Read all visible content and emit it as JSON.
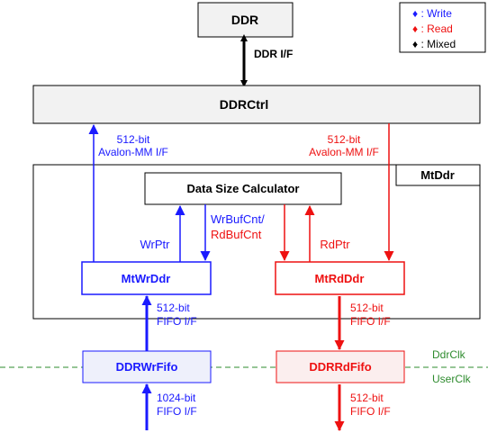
{
  "legend": {
    "write": "♦ : Write",
    "read": "♦ : Read",
    "mixed": "♦ : Mixed"
  },
  "blocks": {
    "ddr": "DDR",
    "ddrctrl": "DDRCtrl",
    "mtddr": "MtDdr",
    "calc": "Data Size Calculator",
    "mtwrddr": "MtWrDdr",
    "mtrdddr": "MtRdDdr",
    "ddrwrfifo": "DDRWrFifo",
    "ddrrdfifo": "DDRRdFifo"
  },
  "labels": {
    "ddr_if": "DDR I/F",
    "wr_avalon_1": "512-bit",
    "wr_avalon_2": "Avalon-MM I/F",
    "rd_avalon_1": "512-bit",
    "rd_avalon_2": "Avalon-MM I/F",
    "wrptr": "WrPtr",
    "bufcnt_1": "WrBufCnt/",
    "bufcnt_2": "RdBufCnt",
    "rdptr": "RdPtr",
    "wr_fifo_512_1": "512-bit",
    "wr_fifo_512_2": "FIFO I/F",
    "rd_fifo_512_1": "512-bit",
    "rd_fifo_512_2": "FIFO I/F",
    "wr_fifo_1024_1": "1024-bit",
    "wr_fifo_1024_2": "FIFO I/F",
    "rd_fifo_out_1": "512-bit",
    "rd_fifo_out_2": "FIFO I/F",
    "ddrclk": "DdrClk",
    "userclk": "UserClk"
  },
  "colors": {
    "write": "#1a1aff",
    "read": "#ee1111",
    "mixed": "#000000",
    "clock": "#2e8b2e",
    "block_fill": "#f2f2f2",
    "write_fill": "#eef0fb",
    "read_fill": "#fbeeee"
  }
}
